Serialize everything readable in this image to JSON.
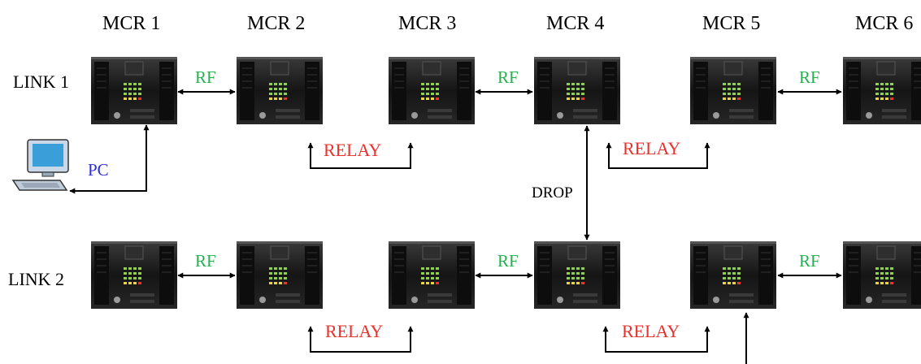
{
  "headers": [
    "MCR  1",
    "MCR 2",
    "MCR  3",
    "MCR 4",
    "MCR  5",
    "MCR 6"
  ],
  "rows": [
    "LINK 1",
    "LINK 2"
  ],
  "labels": {
    "rf": "RF",
    "relay": "RELAY",
    "pc": "PC",
    "drop": "DROP"
  },
  "colors": {
    "rf": "#22b14c",
    "relay": "#e8302c",
    "pc": "#2f2fd8",
    "device_body": "#1a1a1a"
  },
  "icons": {
    "device": "mcr-radio-unit-icon",
    "pc": "desktop-computer-icon"
  }
}
